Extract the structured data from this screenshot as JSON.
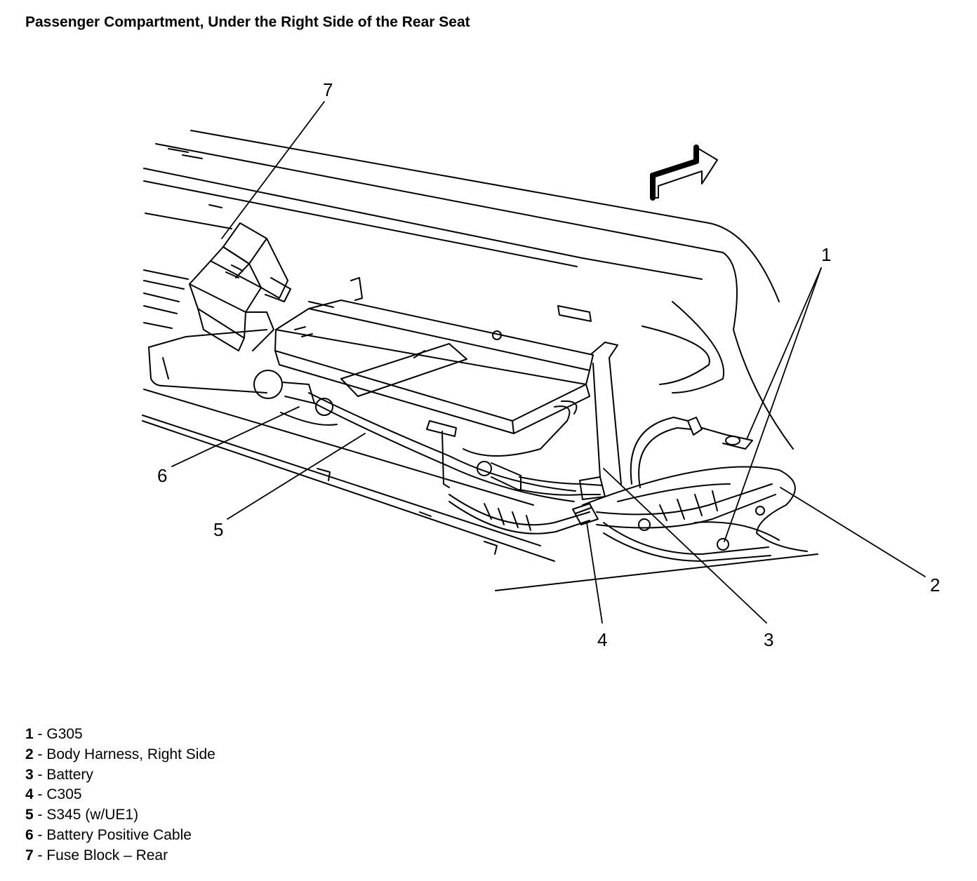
{
  "title": "Passenger Compartment, Under the Right Side of the Rear Seat",
  "callouts": [
    {
      "id": "1",
      "label": "1"
    },
    {
      "id": "2",
      "label": "2"
    },
    {
      "id": "3",
      "label": "3"
    },
    {
      "id": "4",
      "label": "4"
    },
    {
      "id": "5",
      "label": "5"
    },
    {
      "id": "6",
      "label": "6"
    },
    {
      "id": "7",
      "label": "7"
    }
  ],
  "legend": [
    {
      "num": "1",
      "sep": " - ",
      "text": "G305"
    },
    {
      "num": "2",
      "sep": " - ",
      "text": "Body Harness, Right Side"
    },
    {
      "num": "3",
      "sep": " - ",
      "text": "Battery"
    },
    {
      "num": "4",
      "sep": " - ",
      "text": "C305"
    },
    {
      "num": "5",
      "sep": " - ",
      "text": "S345 (w/UE1)"
    },
    {
      "num": "6",
      "sep": " - ",
      "text": "Battery Positive Cable"
    },
    {
      "num": "7",
      "sep": " - ",
      "text": "Fuse Block – Rear"
    }
  ],
  "icons": {
    "direction_arrow": "forward-arrow-icon"
  }
}
